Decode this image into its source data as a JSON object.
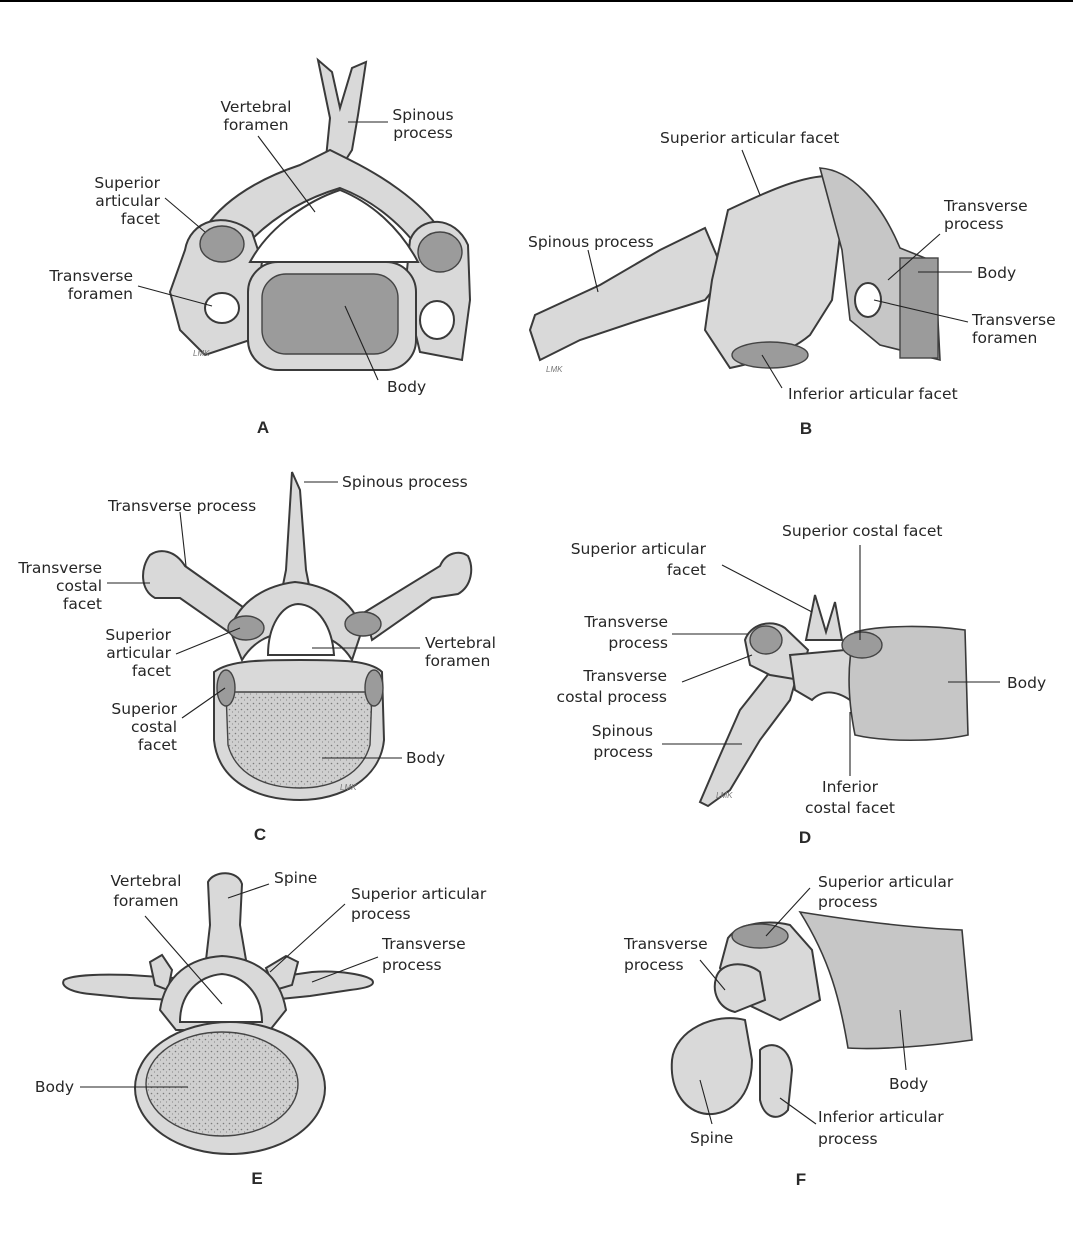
{
  "panels": {
    "A": {
      "letter": "A",
      "labels": {
        "vertebral_foramen_1": "Vertebral",
        "vertebral_foramen_2": "foramen",
        "spinous_process_1": "Spinous",
        "spinous_process_2": "process",
        "superior_articular_facet_1": "Superior",
        "superior_articular_facet_2": "articular",
        "superior_articular_facet_3": "facet",
        "transverse_foramen_1": "Transverse",
        "transverse_foramen_2": "foramen",
        "body": "Body"
      }
    },
    "B": {
      "letter": "B",
      "labels": {
        "superior_articular_facet": "Superior articular facet",
        "spinous_process": "Spinous process",
        "transverse_process_1": "Transverse",
        "transverse_process_2": "process",
        "body": "Body",
        "transverse_foramen_1": "Transverse",
        "transverse_foramen_2": "foramen",
        "inferior_articular_facet": "Inferior articular facet"
      }
    },
    "C": {
      "letter": "C",
      "labels": {
        "spinous_process": "Spinous process",
        "transverse_process": "Transverse process",
        "transverse_costal_facet_1": "Transverse",
        "transverse_costal_facet_2": "costal",
        "transverse_costal_facet_3": "facet",
        "superior_articular_facet_1": "Superior",
        "superior_articular_facet_2": "articular",
        "superior_articular_facet_3": "facet",
        "vertebral_foramen_1": "Vertebral",
        "vertebral_foramen_2": "foramen",
        "superior_costal_facet_1": "Superior",
        "superior_costal_facet_2": "costal",
        "superior_costal_facet_3": "facet",
        "body": "Body"
      }
    },
    "D": {
      "letter": "D",
      "labels": {
        "superior_costal_facet": "Superior costal facet",
        "superior_articular_facet_1": "Superior articular",
        "superior_articular_facet_2": "facet",
        "transverse_process_1": "Transverse",
        "transverse_process_2": "process",
        "transverse_costal_process_1": "Transverse",
        "transverse_costal_process_2": "costal process",
        "spinous_process_1": "Spinous",
        "spinous_process_2": "process",
        "body": "Body",
        "inferior_costal_facet_1": "Inferior",
        "inferior_costal_facet_2": "costal facet"
      }
    },
    "E": {
      "letter": "E",
      "labels": {
        "vertebral_foramen_1": "Vertebral",
        "vertebral_foramen_2": "foramen",
        "spine": "Spine",
        "superior_articular_process_1": "Superior articular",
        "superior_articular_process_2": "process",
        "transverse_process_1": "Transverse",
        "transverse_process_2": "process",
        "body": "Body"
      }
    },
    "F": {
      "letter": "F",
      "labels": {
        "superior_articular_process_1": "Superior articular",
        "superior_articular_process_2": "process",
        "transverse_process_1": "Transverse",
        "transverse_process_2": "process",
        "body": "Body",
        "spine": "Spine",
        "inferior_articular_process_1": "Inferior articular",
        "inferior_articular_process_2": "process"
      }
    }
  },
  "artist_signature": "LMK"
}
